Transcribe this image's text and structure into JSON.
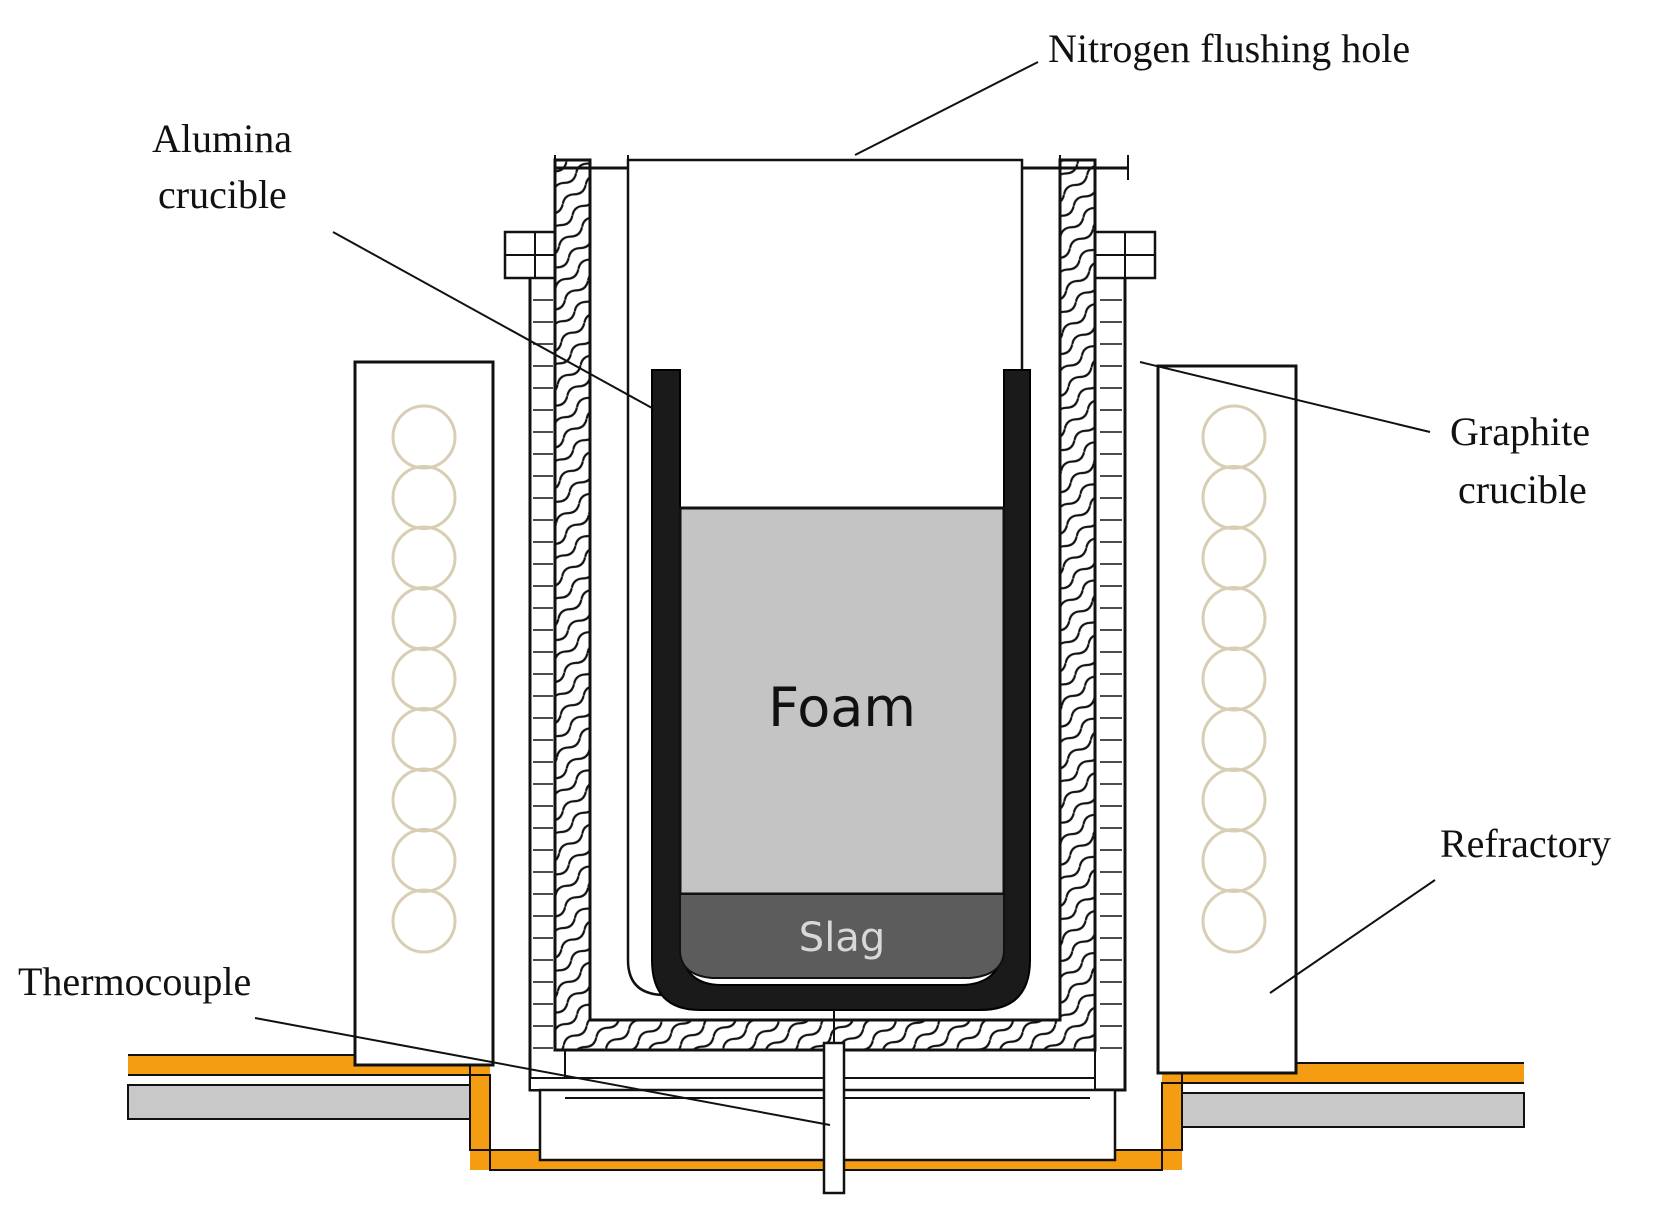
{
  "diagram": {
    "labels": {
      "nitrogen": "Nitrogen flushing hole",
      "alumina_line1": "Alumina",
      "alumina_line2": "crucible",
      "graphite_line1": "Graphite",
      "graphite_line2": "crucible",
      "refractory": "Refractory",
      "thermocouple": "Thermocouple",
      "foam": "Foam",
      "slag": "Slag"
    },
    "colors": {
      "foam": "#c4c4c4",
      "slag": "#5c5c5c",
      "alumina_wall": "#1a1a1a",
      "coil": "#d8ceb3",
      "base_orange": "#f59d12",
      "base_grey": "#c8c8c8",
      "outline": "#111111"
    }
  }
}
